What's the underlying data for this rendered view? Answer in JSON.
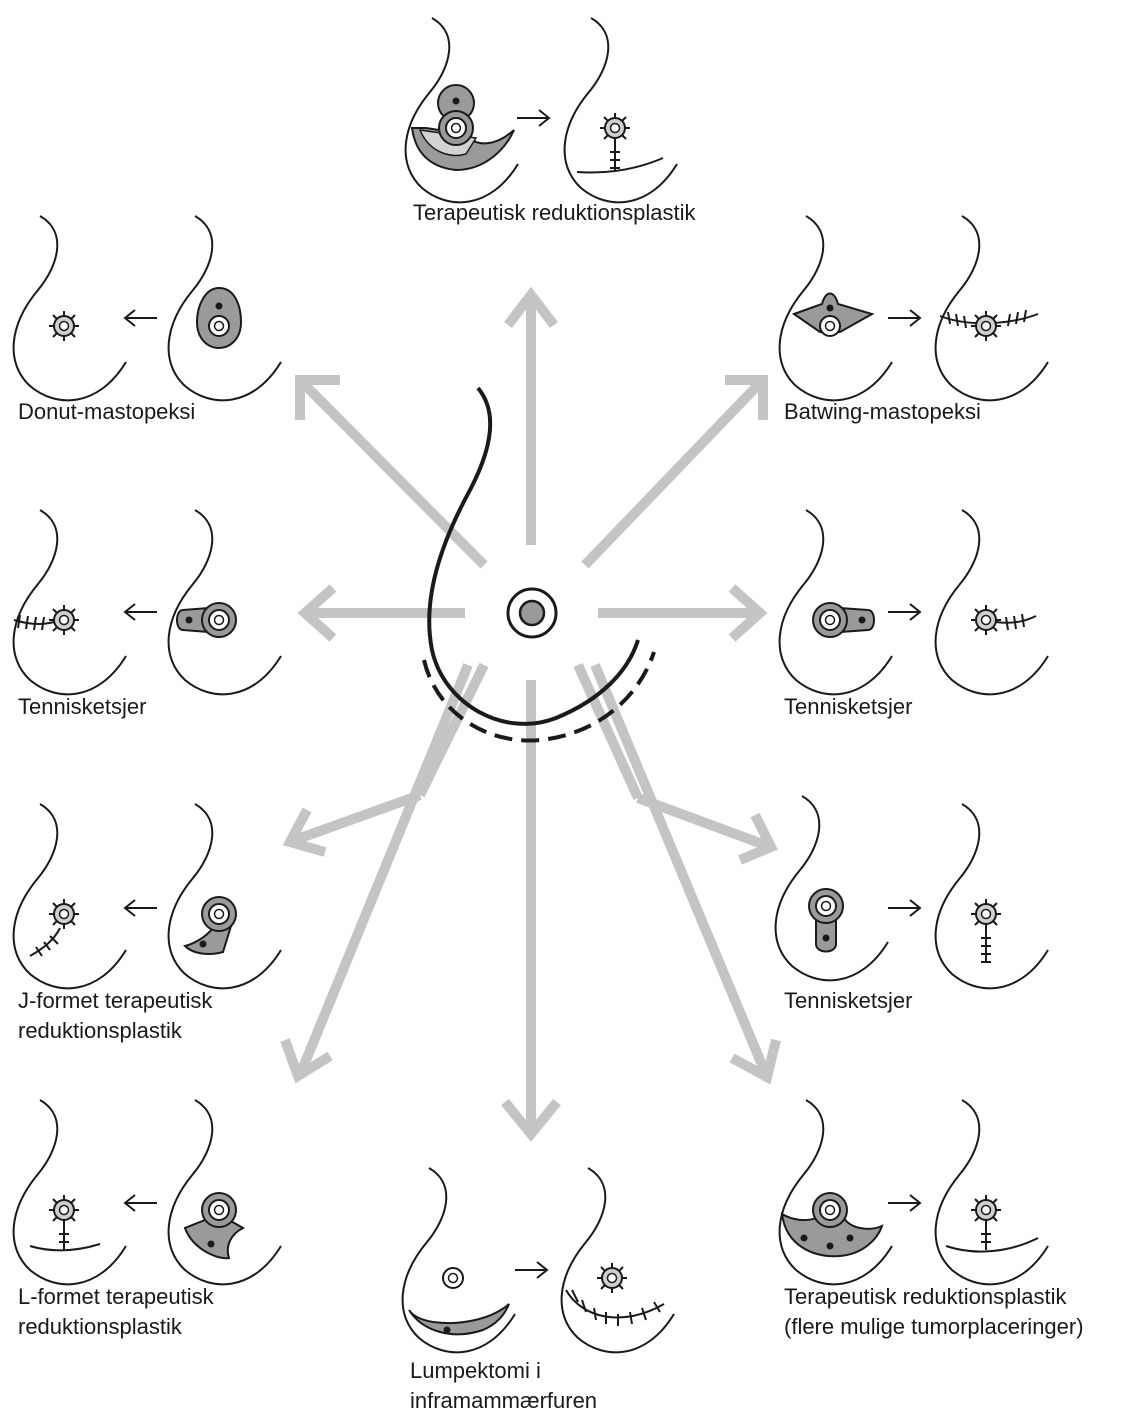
{
  "colors": {
    "line": "#1a1a1a",
    "arrow": "#c4c4c4",
    "fill_dark": "#9a9a9a",
    "fill_light": "#d2d2d2",
    "fill_tumor_area": "#8f8f8f"
  },
  "center_figure": {
    "icons": [
      "breast-outline-icon",
      "nipple-areola-icon",
      "inframammary-fold-icon"
    ]
  },
  "techniques": [
    {
      "id": "top",
      "lines": [
        "Terapeutisk reduktionsplastik"
      ]
    },
    {
      "id": "upper-left",
      "lines": [
        "Donut-mastopeksi"
      ]
    },
    {
      "id": "upper-right",
      "lines": [
        "Batwing-mastopeksi"
      ]
    },
    {
      "id": "mid-left",
      "lines": [
        "Tennisketsjer"
      ]
    },
    {
      "id": "mid-right",
      "lines": [
        "Tennisketsjer"
      ]
    },
    {
      "id": "lower-left",
      "lines": [
        "J-formet terapeutisk",
        "reduktionsplastik"
      ]
    },
    {
      "id": "lower-right",
      "lines": [
        "Tennisketsjer"
      ]
    },
    {
      "id": "bottom-left",
      "lines": [
        "L-formet terapeutisk",
        "reduktionsplastik"
      ]
    },
    {
      "id": "bottom",
      "lines": [
        "Lumpektomi i",
        "inframammærfuren"
      ]
    },
    {
      "id": "bottom-right",
      "lines": [
        "Terapeutisk reduktionsplastik",
        "(flere mulige tumorplaceringer)"
      ]
    }
  ]
}
